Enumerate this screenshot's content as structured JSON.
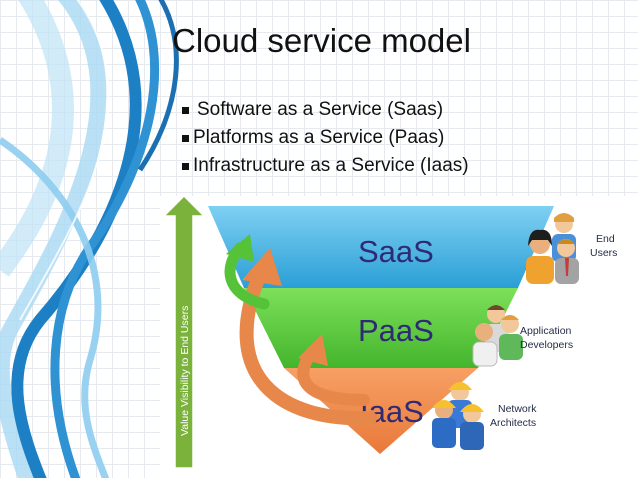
{
  "slide": {
    "title": "Cloud service model",
    "bullets": [
      "Software as a Service (Saas)",
      "Platforms as a Service (Paas)",
      "Infrastructure as a Service (Iaas)"
    ]
  },
  "diagram": {
    "axis_label": "Value Visibility to End Users",
    "layers": [
      {
        "label": "SaaS",
        "color": "#3fb3e0"
      },
      {
        "label": "PaaS",
        "color": "#5ccf3a"
      },
      {
        "label": "IaaS",
        "color": "#f08b46"
      }
    ],
    "roles": [
      {
        "line1": "End",
        "line2": "Users"
      },
      {
        "line1": "Application",
        "line2": "Developers"
      },
      {
        "line1": "Network",
        "line2": "Architects"
      }
    ],
    "colors": {
      "axis_arrow": "#7bb23c",
      "orange_arrow": "#e8874a",
      "green_arrow": "#56c238",
      "swoosh_dark": "#1d7fc4",
      "swoosh_light": "#8ecdf0"
    }
  }
}
